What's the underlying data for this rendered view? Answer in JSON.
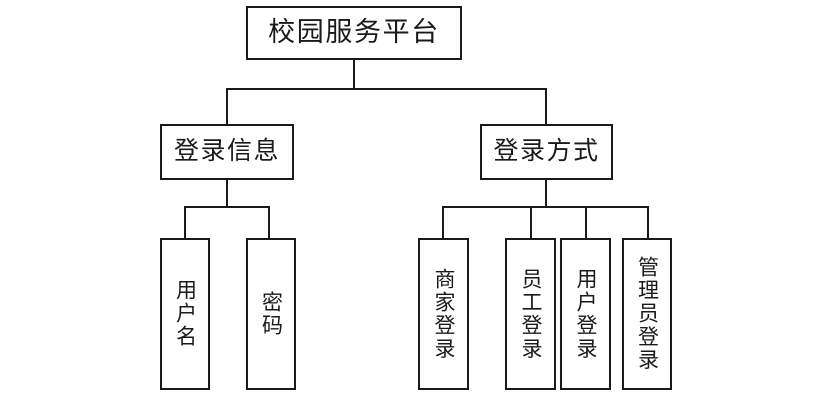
{
  "diagram": {
    "type": "tree",
    "title": "校园服务平台",
    "background_color": "#ffffff",
    "line_color": "#1a1a1a",
    "nodes": {
      "root": {
        "label": "校园服务平台"
      },
      "level2": [
        {
          "label": "登录信息"
        },
        {
          "label": "登录方式"
        }
      ],
      "login_info_children": [
        {
          "label": "用户名"
        },
        {
          "label": "密码"
        }
      ],
      "login_method_children": [
        {
          "label": "商家登录"
        },
        {
          "label": "员工登录"
        },
        {
          "label": "用户登录"
        },
        {
          "label": "管理员登录"
        }
      ]
    }
  }
}
